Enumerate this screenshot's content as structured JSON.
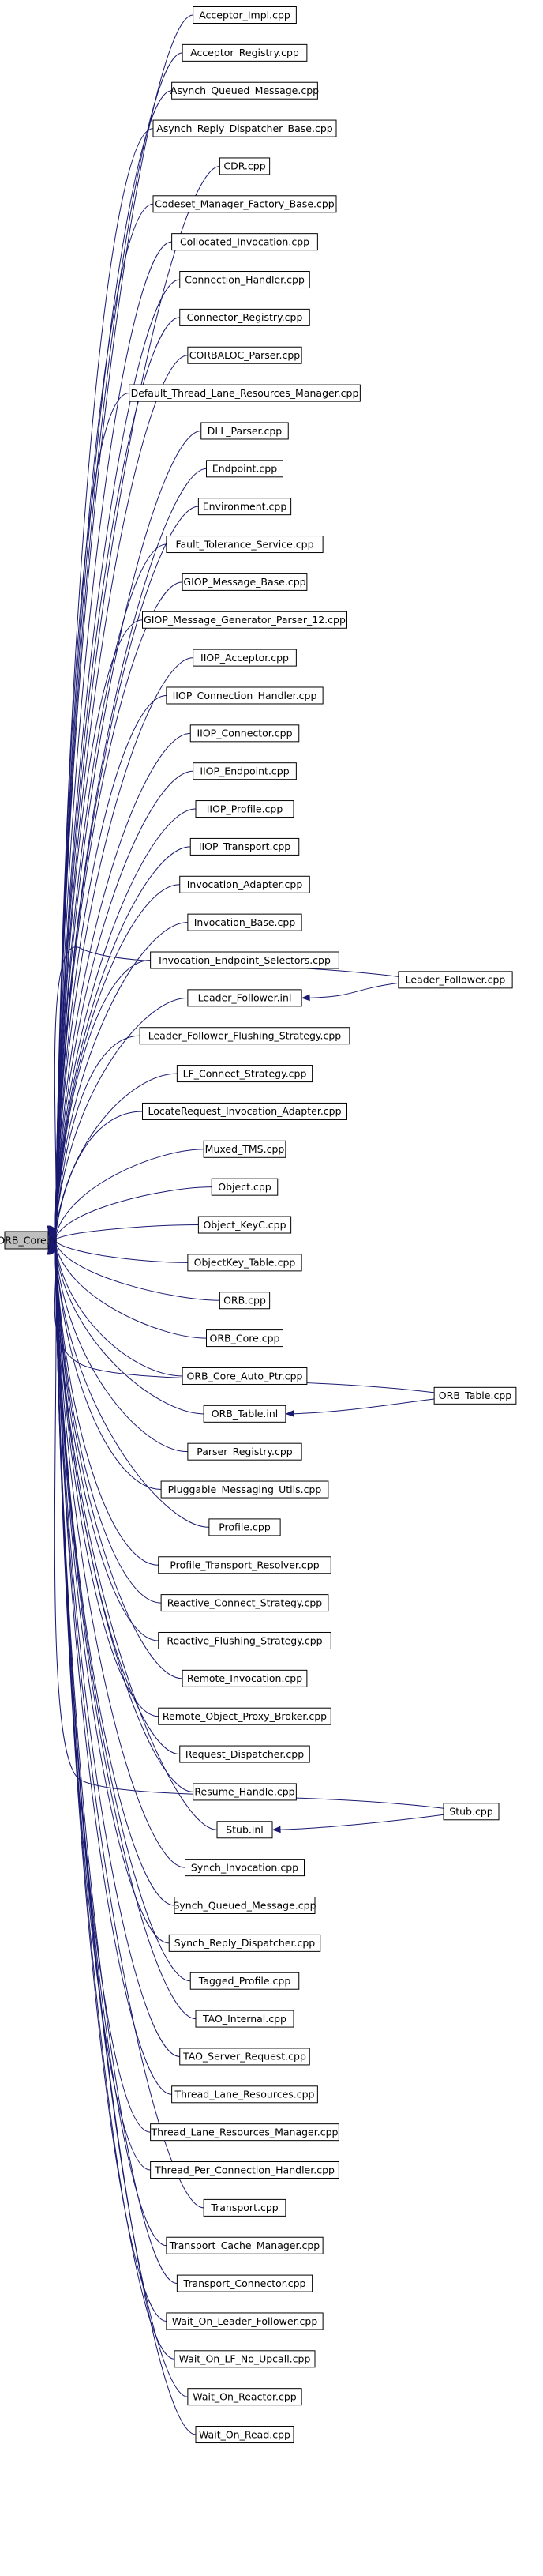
{
  "graph": {
    "root": "ORB_Core.h",
    "nodes": [
      "Acceptor_Impl.cpp",
      "Acceptor_Registry.cpp",
      "Asynch_Queued_Message.cpp",
      "Asynch_Reply_Dispatcher_Base.cpp",
      "CDR.cpp",
      "Codeset_Manager_Factory_Base.cpp",
      "Collocated_Invocation.cpp",
      "Connection_Handler.cpp",
      "Connector_Registry.cpp",
      "CORBALOC_Parser.cpp",
      "Default_Thread_Lane_Resources_Manager.cpp",
      "DLL_Parser.cpp",
      "Endpoint.cpp",
      "Environment.cpp",
      "Fault_Tolerance_Service.cpp",
      "GIOP_Message_Base.cpp",
      "GIOP_Message_Generator_Parser_12.cpp",
      "IIOP_Acceptor.cpp",
      "IIOP_Connection_Handler.cpp",
      "IIOP_Connector.cpp",
      "IIOP_Endpoint.cpp",
      "IIOP_Profile.cpp",
      "IIOP_Transport.cpp",
      "Invocation_Adapter.cpp",
      "Invocation_Base.cpp",
      "Invocation_Endpoint_Selectors.cpp",
      "Leader_Follower.inl",
      "Leader_Follower_Flushing_Strategy.cpp",
      "LF_Connect_Strategy.cpp",
      "LocateRequest_Invocation_Adapter.cpp",
      "Muxed_TMS.cpp",
      "Object.cpp",
      "Object_KeyC.cpp",
      "ObjectKey_Table.cpp",
      "ORB.cpp",
      "ORB_Core.cpp",
      "ORB_Core_Auto_Ptr.cpp",
      "ORB_Table.inl",
      "Parser_Registry.cpp",
      "Pluggable_Messaging_Utils.cpp",
      "Profile.cpp",
      "Profile_Transport_Resolver.cpp",
      "Reactive_Connect_Strategy.cpp",
      "Reactive_Flushing_Strategy.cpp",
      "Remote_Invocation.cpp",
      "Remote_Object_Proxy_Broker.cpp",
      "Request_Dispatcher.cpp",
      "Resume_Handle.cpp",
      "Stub.inl",
      "Synch_Invocation.cpp",
      "Synch_Queued_Message.cpp",
      "Synch_Reply_Dispatcher.cpp",
      "Tagged_Profile.cpp",
      "TAO_Internal.cpp",
      "TAO_Server_Request.cpp",
      "Thread_Lane_Resources.cpp",
      "Thread_Lane_Resources_Manager.cpp",
      "Thread_Per_Connection_Handler.cpp",
      "Transport.cpp",
      "Transport_Cache_Manager.cpp",
      "Transport_Connector.cpp",
      "Wait_On_Leader_Follower.cpp",
      "Wait_On_LF_No_Upcall.cpp",
      "Wait_On_Reactor.cpp",
      "Wait_On_Read.cpp"
    ],
    "secondary": [
      {
        "label": "Leader_Follower.cpp",
        "via": "Leader_Follower.inl"
      },
      {
        "label": "ORB_Table.cpp",
        "via": "ORB_Table.inl"
      },
      {
        "label": "Stub.cpp",
        "via": "Stub.inl"
      }
    ],
    "colors": {
      "edge": "#191970",
      "root_fill": "#bfbfbf",
      "node_fill": "#ffffff",
      "node_stroke": "#000000"
    }
  }
}
